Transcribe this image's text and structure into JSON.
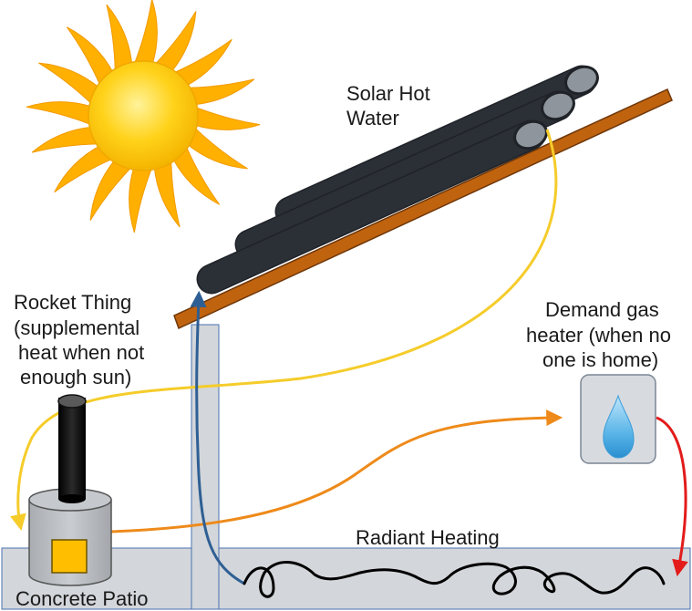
{
  "labels": {
    "solar_line1": "Solar Hot",
    "solar_line2": "Water",
    "rocket_line1": "Rocket Thing",
    "rocket_line2": "(supplemental",
    "rocket_line3": "heat when not",
    "rocket_line4": "enough sun)",
    "gas_line1": "Demand gas",
    "gas_line2": "heater (when no",
    "gas_line3": "one is home)",
    "radiant": "Radiant Heating",
    "patio": "Concrete Patio"
  },
  "colors": {
    "sun_core": "#ffd21a",
    "sun_rays": "#ffb000",
    "tube": "#2b2f36",
    "tube_end": "#8e959c",
    "roof_beam": "#c0630f",
    "patio": "#d3d6da",
    "stove_body": "#b9bcc0",
    "stove_window": "#ffbf00",
    "chimney": "#0f0f0f",
    "solar_return_pipe": "#f5cc2a",
    "heater_feed_pipe": "#ee8a1a",
    "heater_out_pipe": "#e31b1b",
    "radiant_return_pipe": "#2e5f94",
    "flame": "#5ab5e8",
    "heater_box": "#d7dbe0"
  },
  "icons": {
    "sun": "sun-icon",
    "flame": "gas-flame-icon"
  }
}
